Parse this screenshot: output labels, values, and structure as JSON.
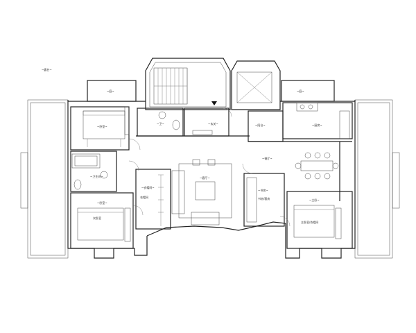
{
  "plan": {
    "outside_label": "~露台~",
    "rooms": {
      "storage_left": "~庭~",
      "storage_right": "~庭~",
      "bedroom_top_left": "~卧室~",
      "bathroom_small": "~卫~",
      "entrance": "~玄关~",
      "balcony_kitchen": "~阳台~",
      "kitchen": "~厨房~",
      "bathroom_left": "~卫生间~",
      "walk_in_closet": "~衣帽间~",
      "closet_note": "衣帽间",
      "living_room": "~客厅~",
      "dining_room": "~餐厅~",
      "study": "~书房~",
      "study_note": "书房/客房",
      "bedroom_bottom_left": "~卧室~",
      "bedroom_bottom_left_note": "次卧室",
      "master_bedroom": "~主卧~",
      "master_bedroom_note": "主卧室/衣帽间"
    }
  }
}
